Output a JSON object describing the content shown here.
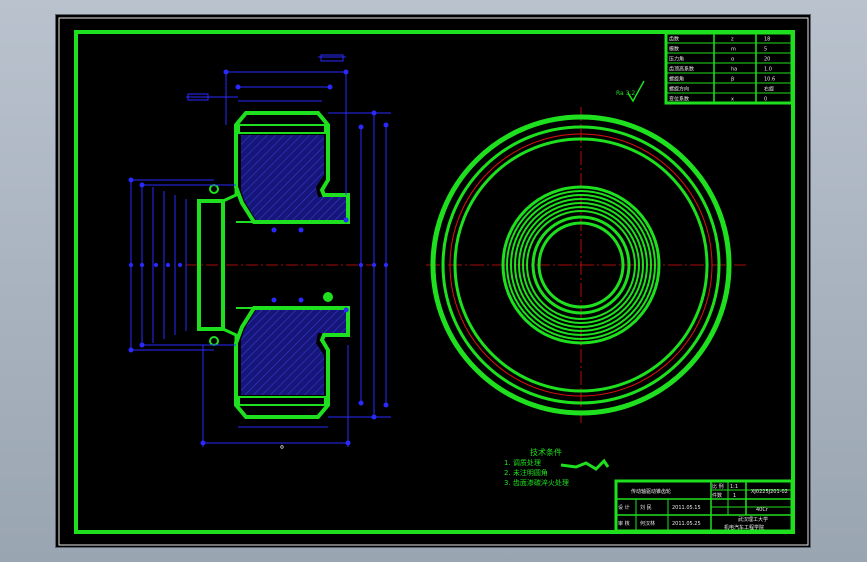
{
  "drawing": {
    "title_block": {
      "part_name": "传动轴驱动锥齿轮",
      "drawing_number": "XJ0225J201-02",
      "quantity": "1",
      "material": "40Cr",
      "designer_label": "设 计",
      "designer_name": "刘 民",
      "checker_label": "审 核",
      "checker_name": "何汉林",
      "design_date": "2011.05.15",
      "check_date": "2011.05.25",
      "ratio_label": "比 例",
      "ratio_value": "1:1",
      "qty_label": "件数",
      "school": "武汉理工大学",
      "department": "机电汽车工程学院"
    },
    "gear_table": {
      "rows": [
        {
          "label": "齿数",
          "symbol": "z",
          "value": "18"
        },
        {
          "label": "模数",
          "symbol": "m",
          "value": "5"
        },
        {
          "label": "压力角",
          "symbol": "α",
          "value": "20"
        },
        {
          "label": "齿顶高系数",
          "symbol": "ha",
          "value": "1.0"
        },
        {
          "label": "螺旋角",
          "symbol": "β",
          "value": "10.6"
        },
        {
          "label": "螺旋方向",
          "symbol": "",
          "value": "右旋"
        },
        {
          "label": "变位系数",
          "symbol": "x",
          "value": "0"
        }
      ]
    },
    "technical_requirements": {
      "heading": "技术条件",
      "lines": [
        "1. 调质处理",
        "2. 未注明圆角",
        "3. 齿面渗碳淬火处理"
      ]
    },
    "roughness_mark": "Ra 3.2",
    "colors": {
      "frame": "#1fe01f",
      "dimension": "#2a2aff",
      "centerline": "#e01010",
      "hatch": "#1a1a80",
      "background": "#000000"
    }
  }
}
